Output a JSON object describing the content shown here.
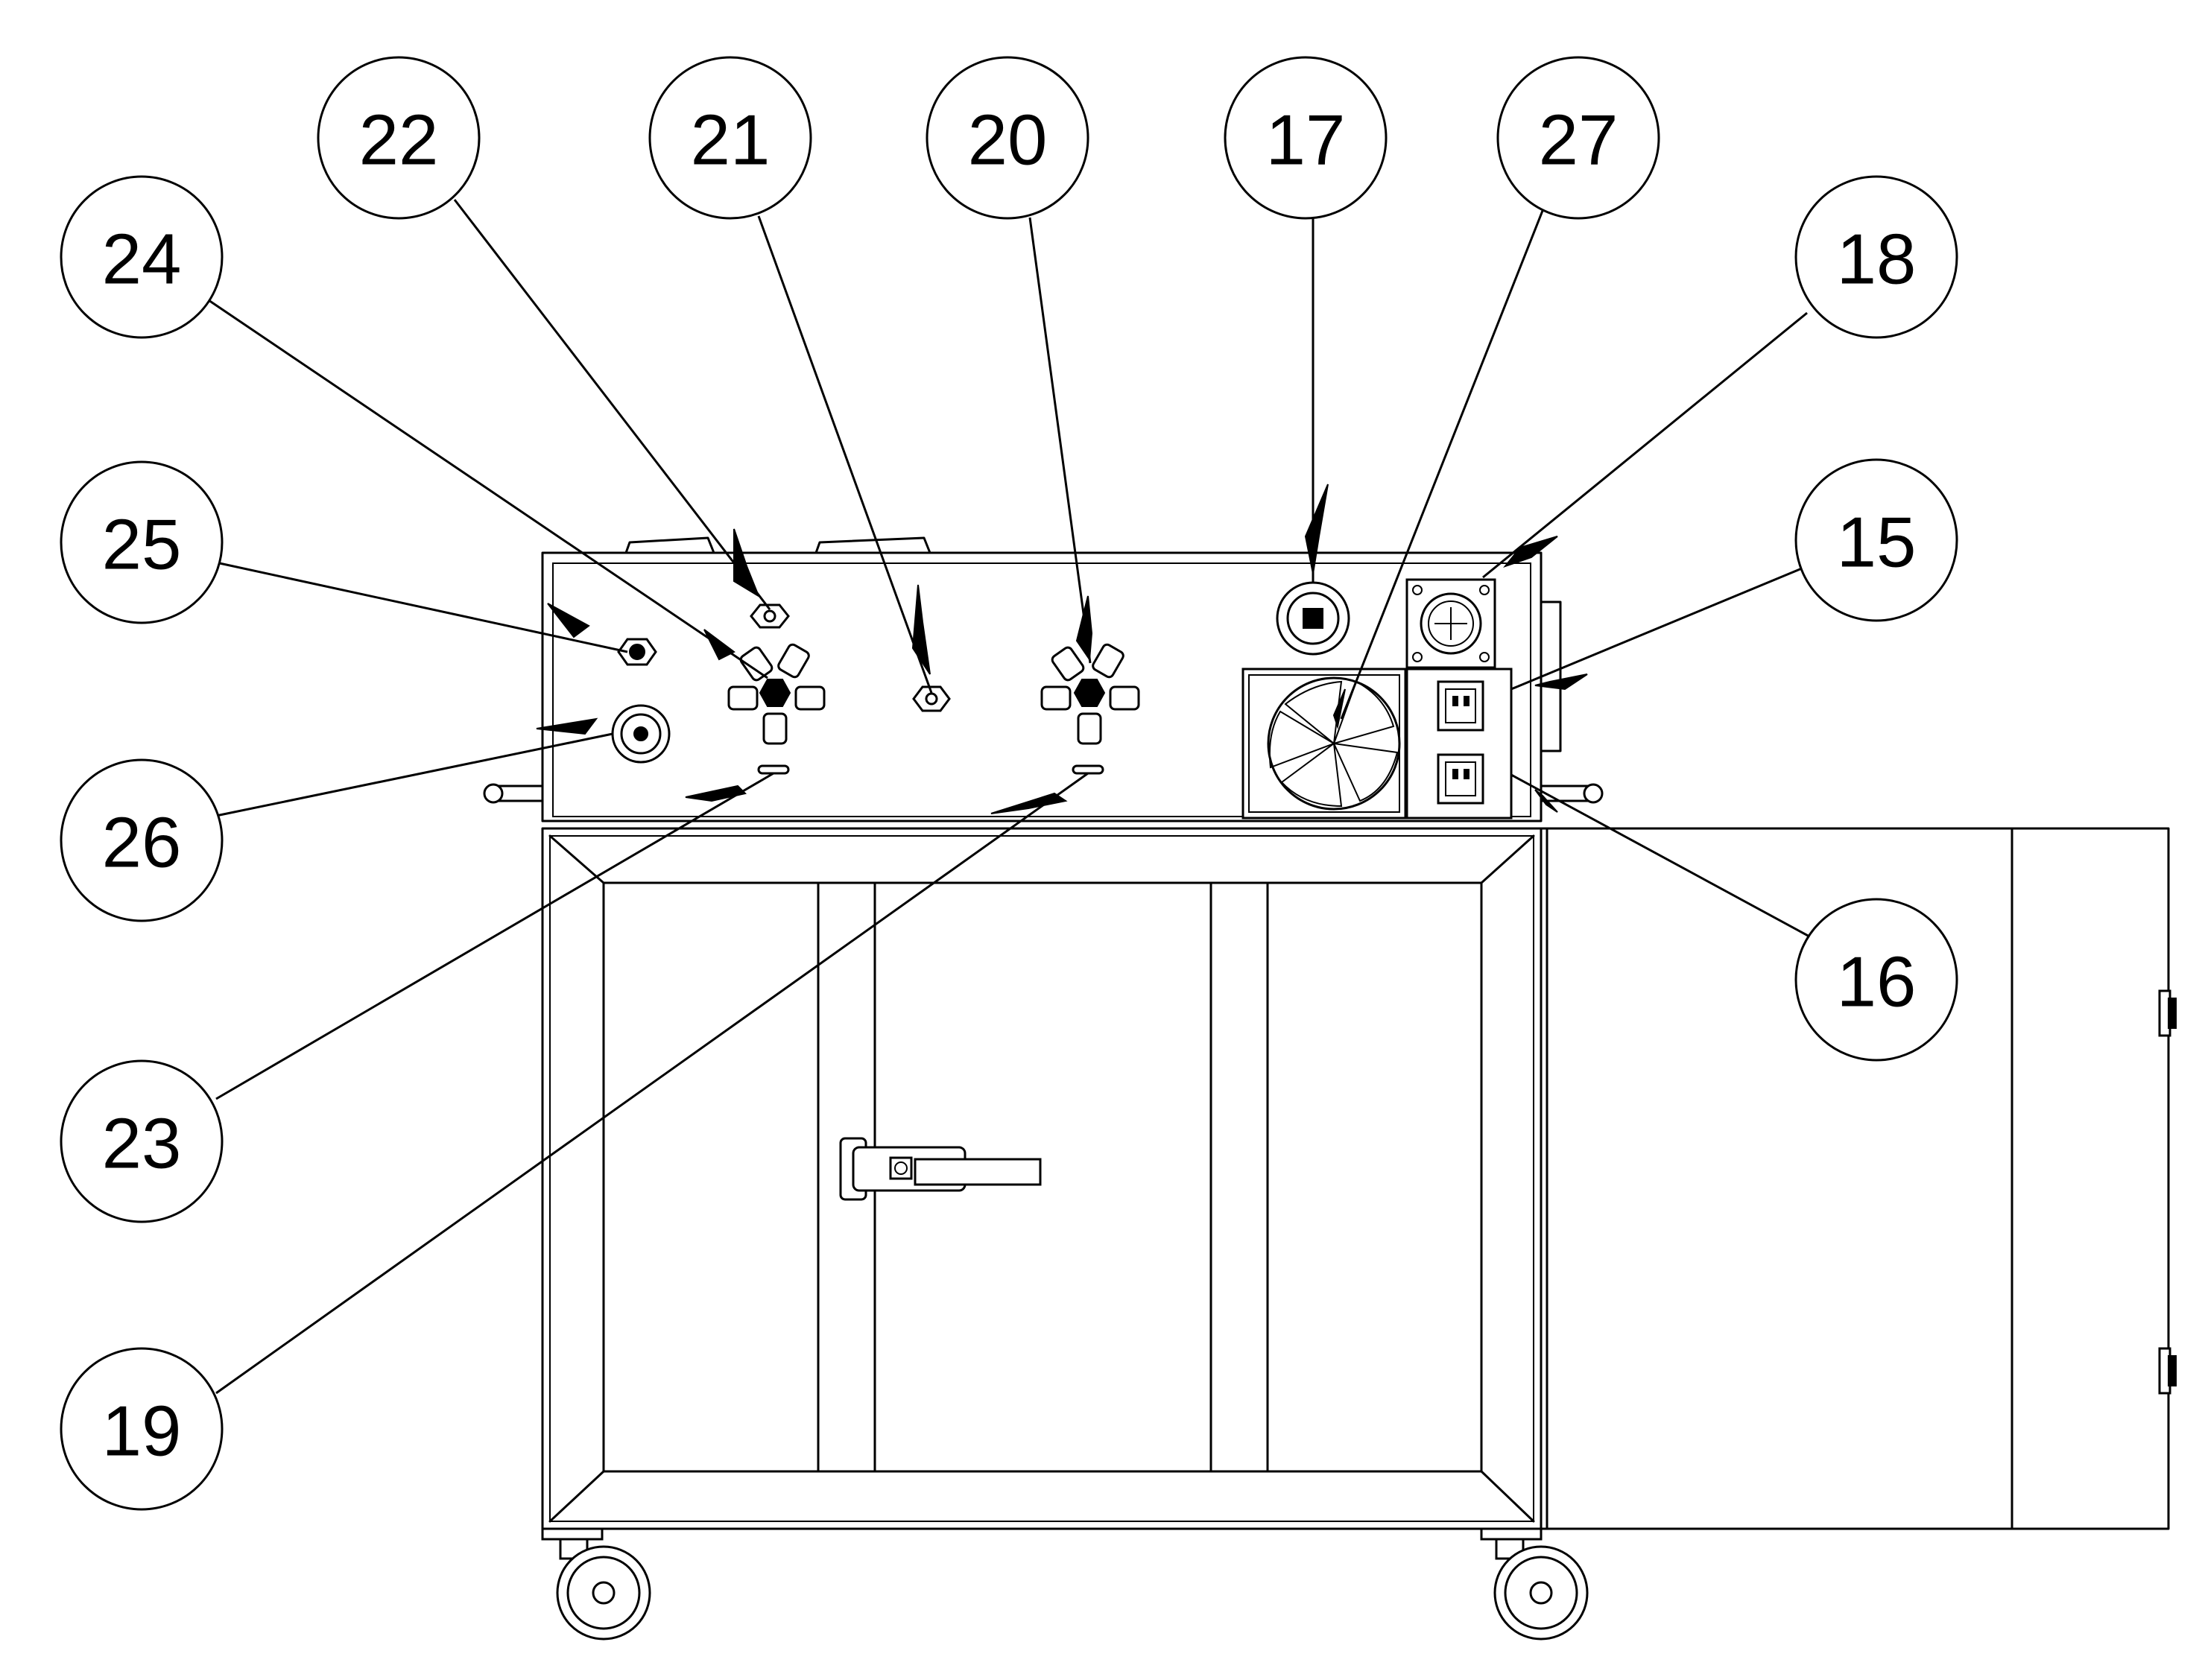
{
  "diagram": {
    "title": "Mobile equipment cart – front view with callouts",
    "callouts": [
      {
        "id": "c15",
        "label": "15"
      },
      {
        "id": "c16",
        "label": "16"
      },
      {
        "id": "c17",
        "label": "17"
      },
      {
        "id": "c18",
        "label": "18"
      },
      {
        "id": "c19",
        "label": "19"
      },
      {
        "id": "c20",
        "label": "20"
      },
      {
        "id": "c21",
        "label": "21"
      },
      {
        "id": "c22",
        "label": "22"
      },
      {
        "id": "c23",
        "label": "23"
      },
      {
        "id": "c24",
        "label": "24"
      },
      {
        "id": "c25",
        "label": "25"
      },
      {
        "id": "c26",
        "label": "26"
      },
      {
        "id": "c27",
        "label": "27"
      }
    ]
  },
  "colors": {
    "line": "#000000",
    "background": "#ffffff"
  }
}
